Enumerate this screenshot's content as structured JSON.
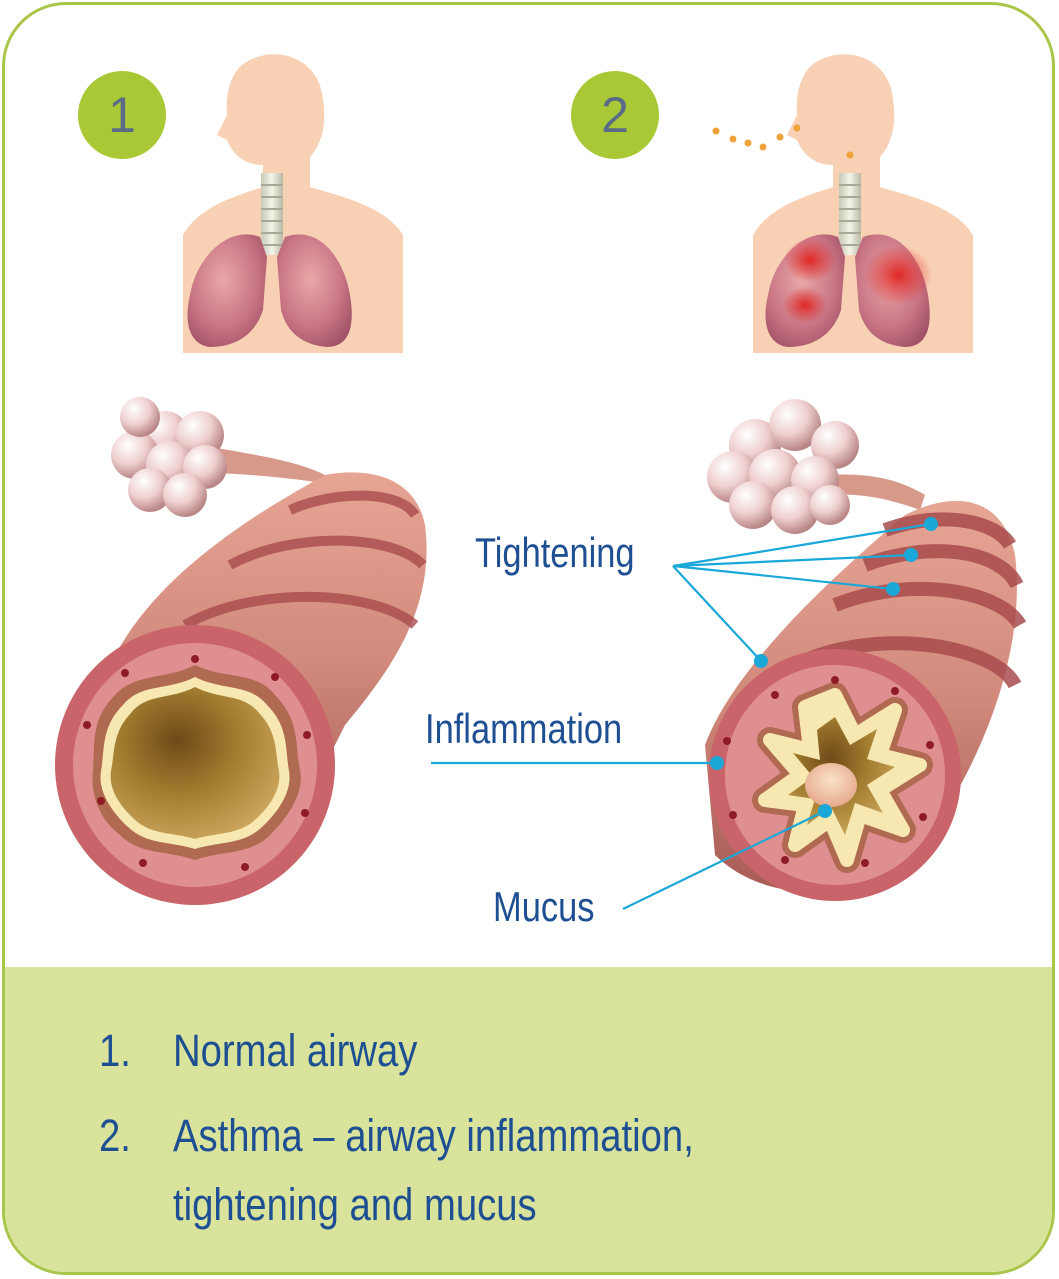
{
  "panels": [
    {
      "number": "1"
    },
    {
      "number": "2"
    }
  ],
  "labels": {
    "tightening": "Tightening",
    "inflammation": "Inflammation",
    "mucus": "Mucus"
  },
  "caption": {
    "item1_number": "1.",
    "item1_text": "Normal airway",
    "item2_number": "2.",
    "item2_text_line1": "Asthma – airway inflammation,",
    "item2_text_line2": "tightening and mucus"
  },
  "colors": {
    "frame_border": "#a9c64a",
    "badge": "#a9c835",
    "caption_panel": "#d9e39b",
    "label_text": "#1d4f92",
    "leader_line": "#1aa8d8",
    "skin": "#f7cfb0",
    "airway": "#c9756c",
    "inflamed_spot": "#e0221f"
  }
}
